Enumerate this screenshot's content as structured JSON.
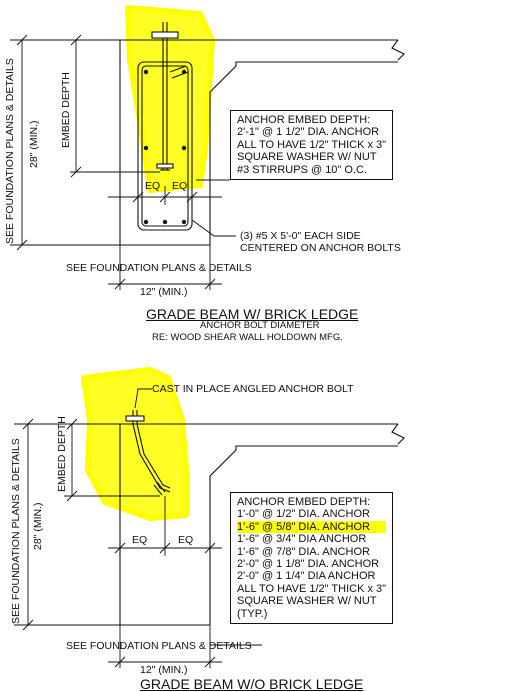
{
  "detail_top": {
    "left_dim_label": "SEE FOUNDATION PLANS & DETAILS",
    "height_label": "28\" (MIN.)",
    "embed_label": "EMBED DEPTH",
    "eq_left": "EQ",
    "eq_right": "EQ",
    "note_lines": [
      "ANCHOR EMBED DEPTH:",
      "2'-1\" @ 1 1/2\" DIA. ANCHOR",
      "ALL TO HAVE 1/2\" THICK x 3\"",
      "SQUARE WASHER W/ NUT",
      "#3 STIRRUPS @ 10\" O.C."
    ],
    "bars_note_1": "(3) #5 X 5'-0\" EACH SIDE",
    "bars_note_2": "CENTERED ON ANCHOR BOLTS",
    "bottom_ref": "SEE FOUNDATION PLANS & DETAILS",
    "width_label": "12\" (MIN.)",
    "title": "GRADE BEAM W/ BRICK LEDGE",
    "subtitle_1": "ANCHOR BOLT DIAMETER",
    "subtitle_2": "RE: WOOD SHEAR WALL HOLDOWN MFG."
  },
  "detail_bottom": {
    "leader_label": "CAST IN PLACE ANGLED ANCHOR BOLT",
    "left_dim_label": "SEE FOUNDATION PLANS & DETAILS",
    "height_label": "28\" (MIN.)",
    "embed_label": "EMBED DEPTH",
    "eq_left": "EQ",
    "eq_right": "EQ",
    "note_lines": [
      "ANCHOR EMBED DEPTH:",
      "1'-0\" @ 1/2\" DIA. ANCHOR",
      "1'-6\" @ 5/8\" DIA. ANCHOR",
      "1'-6\" @ 3/4\" DIA ANCHOR",
      "1'-6\" @ 7/8\" DIA. ANCHOR",
      "2'-0\" @ 1 1/8\" DIA. ANCHOR",
      "2'-0\" @ 1 1/4\" DIA ANCHOR",
      "ALL TO HAVE 1/2\" THICK x 3\"",
      "SQUARE WASHER W/ NUT",
      "(TYP.)"
    ],
    "highlighted_line_index": 2,
    "bottom_ref": "SEE FOUNDATION PLANS & DETAILS",
    "width_label": "12\" (MIN.)",
    "title_partial": "GRADE BEAM W/O BRICK LEDGE"
  },
  "colors": {
    "line": "#111111",
    "highlight": "#ffff00"
  }
}
